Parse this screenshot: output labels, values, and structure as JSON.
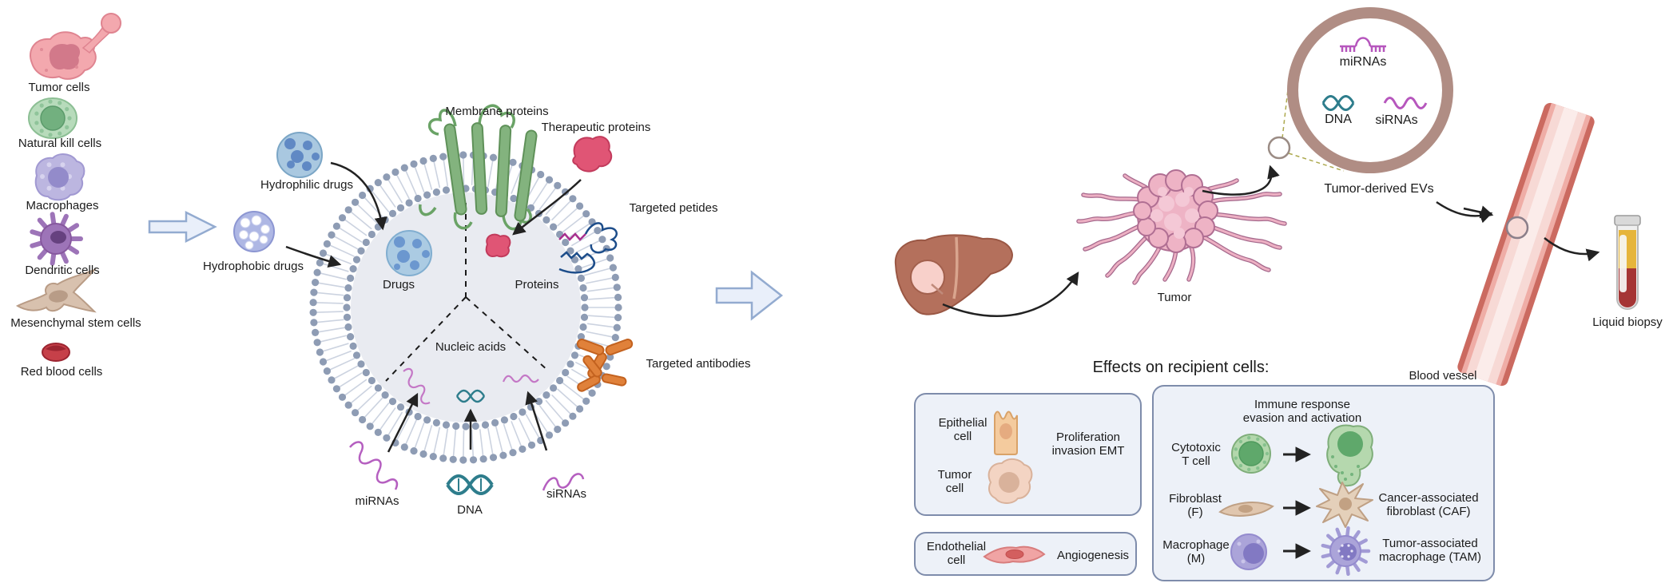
{
  "palette": {
    "membrane_dots": "#8e9cb4",
    "vesicle_interior": "#e9ebf1",
    "ev_ring": "#b08d84",
    "rna_magenta": "#b656bd",
    "dna_teal": "#2e7d8c",
    "antibody_orange": "#e0813a",
    "protein_pink": "#e05575",
    "membrane_protein_green": "#83b37e",
    "vessel_red": "#cc6c62",
    "box_fill": "#edf1f8",
    "box_border": "#7e8cab",
    "flow_arrow_fill": "#e9effa",
    "flow_arrow_border": "#93abd0",
    "ink": "#1b1b1b"
  },
  "source_cells": {
    "items": [
      {
        "label": "Tumor cells"
      },
      {
        "label": "Natural kill cells"
      },
      {
        "label": "Macrophages"
      },
      {
        "label": "Dendritic cells"
      },
      {
        "label": "Mesenchymal stem cells"
      },
      {
        "label": "Red blood cells"
      }
    ]
  },
  "vesicle": {
    "membrane_proteins": "Membrane proteins",
    "therapeutic_proteins": "Therapeutic proteins",
    "hydrophilic_drugs": "Hydrophilic drugs",
    "hydrophobic_drugs": "Hydrophobic drugs",
    "targeted_peptides": "Targeted petides",
    "targeted_antibodies": "Targeted antibodies",
    "compartments": {
      "drugs": "Drugs",
      "proteins": "Proteins",
      "nucleic_acids": "Nucleic acids"
    },
    "cargo": {
      "mirnas": "miRNAs",
      "dna": "DNA",
      "sirnas": "siRNAs"
    }
  },
  "tumor_evs": {
    "title": "Tumor-derived EVs",
    "cargo": {
      "mirnas": "miRNAs",
      "dna": "DNA",
      "sirnas": "siRNAs"
    },
    "tumor": "Tumor",
    "blood_vessel": "Blood vessel",
    "liquid_biopsy": "Liquid biopsy"
  },
  "effects": {
    "heading": "Effects on recipient cells:",
    "epithelial": "Epithelial\ncell",
    "tumor_cell": "Tumor\ncell",
    "proliferation": "Proliferation\ninvasion EMT",
    "endothelial": "Endothelial\ncell",
    "angiogenesis": "Angiogenesis",
    "immune_heading": "Immune response\nevasion and activation",
    "cytotoxic": "Cytotoxic\nT cell",
    "fibroblast": "Fibroblast\n(F)",
    "macrophage": "Macrophage\n(M)",
    "caf": "Cancer-associated\nfibroblast (CAF)",
    "tam": "Tumor-associated\nmacrophage (TAM)"
  }
}
